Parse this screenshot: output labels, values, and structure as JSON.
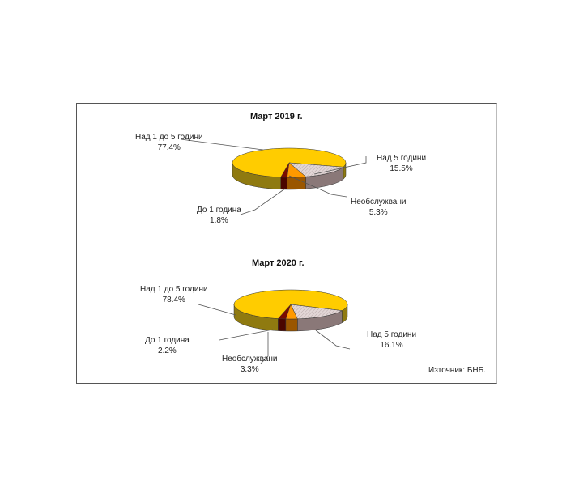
{
  "chart_data": [
    {
      "type": "pie",
      "title": "Март 2019 г.",
      "slices": [
        {
          "label": "До 1 година",
          "value": 1.8,
          "value_label": "1.8%",
          "color": "#7a0c00",
          "side": "#4a0500"
        },
        {
          "label": "Над 1 до 5 години",
          "value": 77.4,
          "value_label": "77.4%",
          "color": "#ffcc00",
          "side": "#8f7a10"
        },
        {
          "label": "Над 5 години",
          "value": 15.5,
          "value_label": "15.5%",
          "color": "#dccfcf",
          "side": "#8a7878"
        },
        {
          "label": "Необслужвани",
          "value": 5.3,
          "value_label": "5.3%",
          "color": "#ff9900",
          "side": "#9a5600"
        }
      ]
    },
    {
      "type": "pie",
      "title": "Март 2020 г.",
      "slices": [
        {
          "label": "До 1 година",
          "value": 2.2,
          "value_label": "2.2%",
          "color": "#7a0c00",
          "side": "#4a0500"
        },
        {
          "label": "Над 1 до 5 години",
          "value": 78.4,
          "value_label": "78.4%",
          "color": "#ffcc00",
          "side": "#8f7a10"
        },
        {
          "label": "Над 5 години",
          "value": 16.1,
          "value_label": "16.1%",
          "color": "#dccfcf",
          "side": "#8a7878"
        },
        {
          "label": "Необслужвани",
          "value": 3.3,
          "value_label": "3.3%",
          "color": "#ff9900",
          "side": "#9a5600"
        }
      ]
    }
  ],
  "source": "Източник: БНБ."
}
